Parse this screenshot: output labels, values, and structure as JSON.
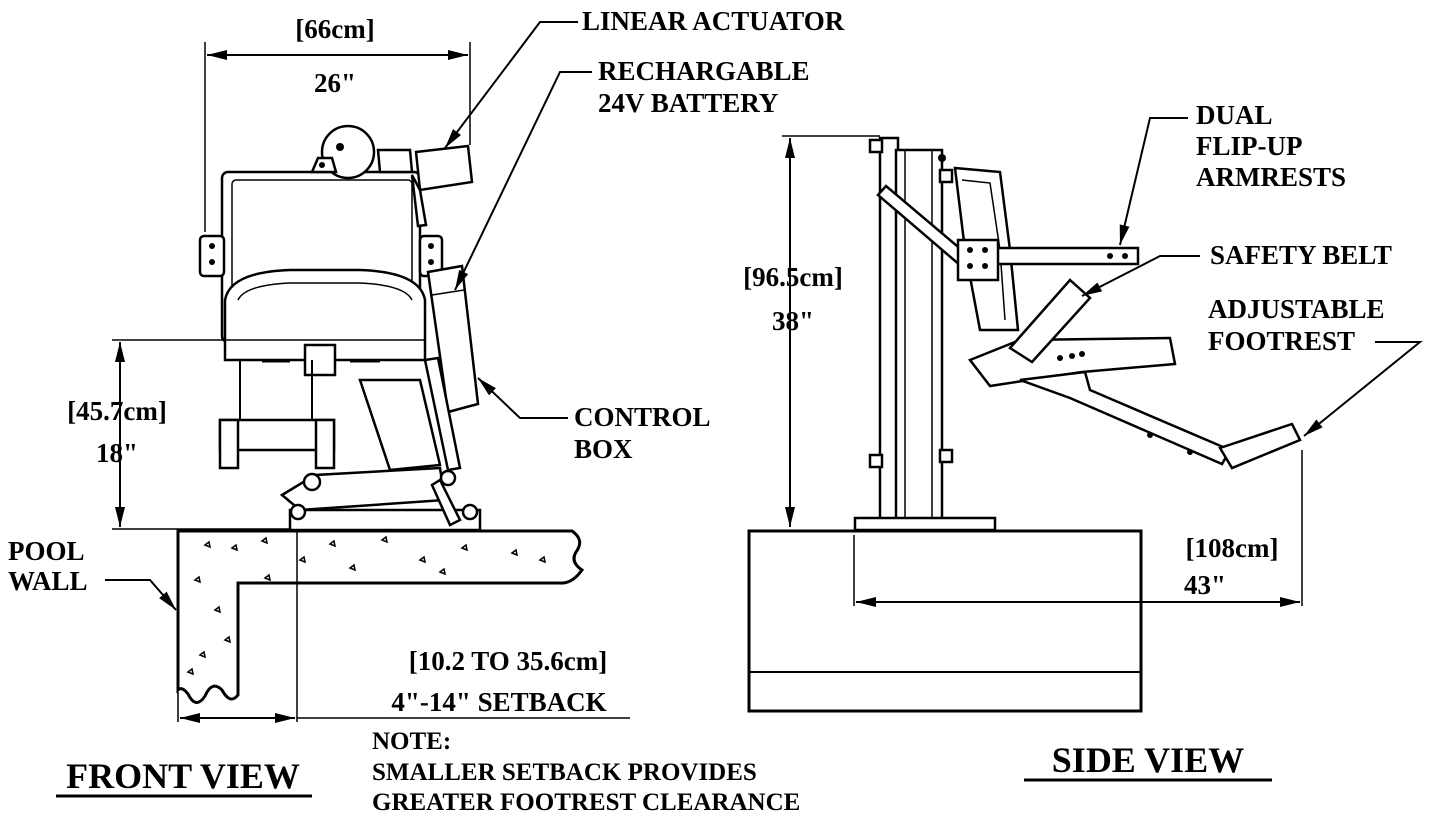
{
  "front_view": {
    "title": "FRONT VIEW",
    "dims": {
      "width_metric": "[66cm]",
      "width_imperial": "26\"",
      "seat_height_metric": "[45.7cm]",
      "seat_height_imperial": "18\"",
      "setback_metric": "[10.2 TO 35.6cm]",
      "setback_imperial": "4\"-14\" SETBACK"
    },
    "callouts": {
      "linear_actuator": "LINEAR ACTUATOR",
      "battery_line1": "RECHARGABLE",
      "battery_line2": "24V BATTERY",
      "control_line1": "CONTROL",
      "control_line2": "BOX",
      "pool_line1": "POOL",
      "pool_line2": "WALL"
    }
  },
  "side_view": {
    "title": "SIDE VIEW",
    "dims": {
      "height_metric": "[96.5cm]",
      "height_imperial": "38\"",
      "reach_metric": "[108cm]",
      "reach_imperial": "43\""
    },
    "callouts": {
      "armrests_line1": "DUAL",
      "armrests_line2": "FLIP-UP",
      "armrests_line3": "ARMRESTS",
      "safety_belt": "SAFETY BELT",
      "footrest_line1": "ADJUSTABLE",
      "footrest_line2": "FOOTREST"
    }
  },
  "note": {
    "line1": "NOTE:",
    "line2": "SMALLER SETBACK PROVIDES",
    "line3": "GREATER FOOTREST CLEARANCE"
  }
}
